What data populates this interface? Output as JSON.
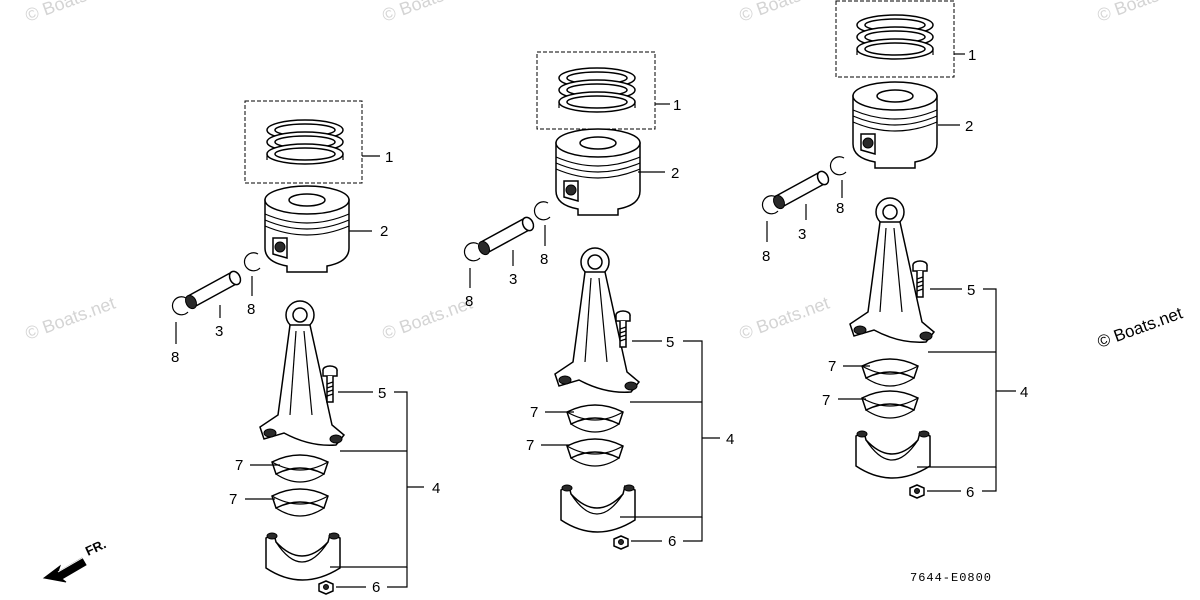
{
  "watermark": "© Boats.net",
  "diagram_code": "7644-E0800",
  "direction_label": "FR.",
  "callouts": {
    "piston_ring_set": "1",
    "piston": "2",
    "piston_pin": "3",
    "connecting_rod_assembly": "4",
    "connecting_rod_bolt": "5",
    "nut": "6",
    "bearing": "7",
    "clip": "8"
  }
}
